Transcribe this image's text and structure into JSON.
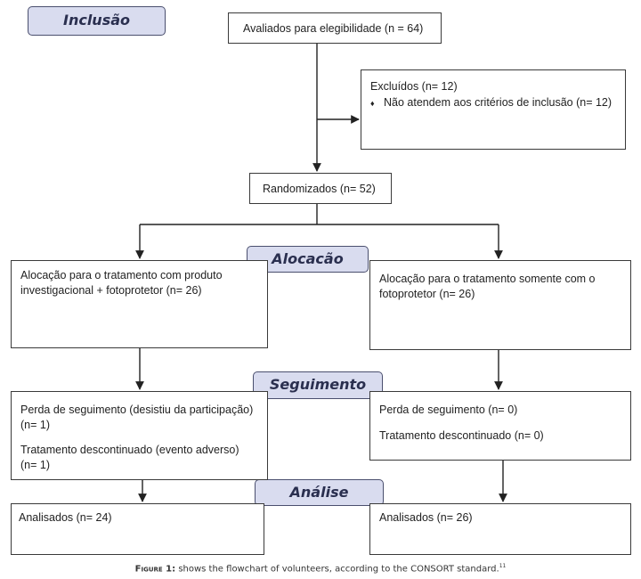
{
  "stages": {
    "inclusion": "Inclusão",
    "allocation": "Alocacão",
    "followup": "Seguimento",
    "analysis": "Análise"
  },
  "boxes": {
    "assessed": "Avaliados para elegibilidade (n = 64)",
    "excluded_title": "Excluídos (n= 12)",
    "excluded_bullet": "♦",
    "excluded_reason": "Não atendem aos critérios de inclusão (n= 12)",
    "randomized": "Randomizados (n= 52)",
    "alloc_left_1": "Alocação para o tratamento com produto",
    "alloc_left_2": "investigacional + fotoprotetor (n= 26)",
    "alloc_right_1": "Alocação para o tratamento somente com o",
    "alloc_right_2": "fotoprotetor (n= 26)",
    "follow_left_1": "Perda de seguimento (desistiu da participação)",
    "follow_left_2": "(n= 1)",
    "follow_left_3": "Tratamento descontinuado (evento adverso)",
    "follow_left_4": "(n= 1)",
    "follow_right_1": "Perda de seguimento (n= 0)",
    "follow_right_2": "Tratamento descontinuado (n= 0)",
    "analysis_left": "Analisados (n= 24)",
    "analysis_right": "Analisados (n= 26)"
  },
  "caption": {
    "label": "Figure 1:",
    "text": " shows the flowchart of volunteers, according to the CONSORT standard.",
    "ref": "11"
  },
  "colors": {
    "stage_fill": "#d9dcef",
    "stage_border": "#4a4f6e",
    "line": "#222222"
  }
}
